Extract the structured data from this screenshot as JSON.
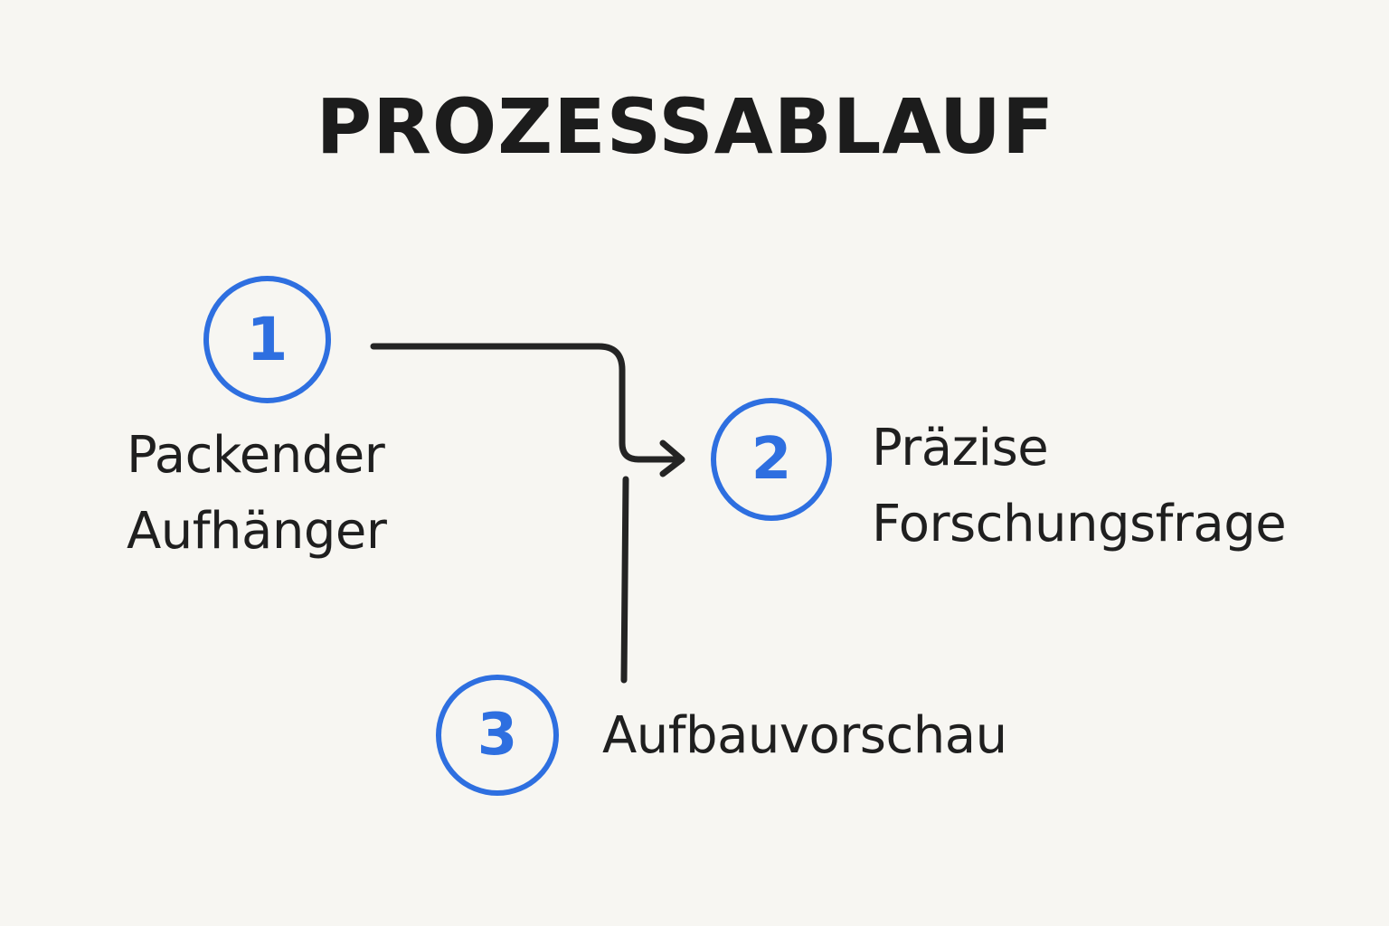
{
  "diagram": {
    "title": "PROZESSABLAUF",
    "colors": {
      "background": "#f7f6f2",
      "accent": "#2e6fe0",
      "ink": "#1f1f1f"
    },
    "steps": [
      {
        "number": "1",
        "label_lines": [
          "Packender",
          "Aufhänger"
        ]
      },
      {
        "number": "2",
        "label_lines": [
          "Präzise",
          "Forschungsfrage"
        ]
      },
      {
        "number": "3",
        "label_lines": [
          "Aufbauvorschau"
        ]
      }
    ],
    "connections": [
      {
        "from": "1",
        "to": "2",
        "type": "arrow"
      },
      {
        "from": "3",
        "to": "2",
        "type": "line"
      }
    ]
  }
}
